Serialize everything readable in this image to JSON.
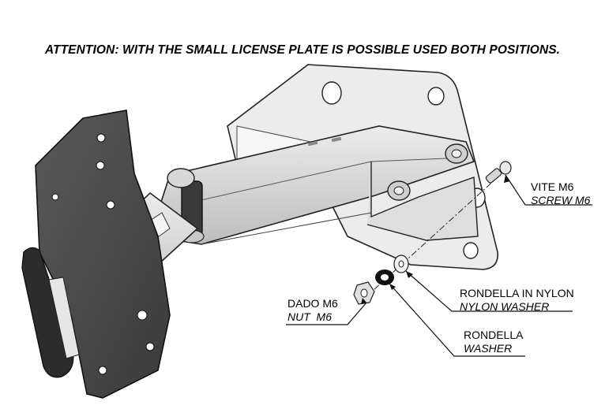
{
  "title": "ATTENTION: WITH THE SMALL LICENSE PLATE IS POSSIBLE USED BOTH POSITIONS.",
  "callouts": {
    "screw": {
      "line1": "VITE M6",
      "line2": "SCREW M6"
    },
    "nylon": {
      "line1": "RONDELLA IN NYLON",
      "line2": "NYLON WASHER"
    },
    "nut": {
      "line1": "DADO M6",
      "line2": "NUT  M6"
    },
    "washer": {
      "line1": "RONDELLA",
      "line2": "WASHER"
    }
  },
  "colors": {
    "plate": "#e9e9e9",
    "arm": "#d6d6d6",
    "dark_plate": "#4a4a4a",
    "rubber": "#2c2c2c",
    "outline": "#222222"
  }
}
